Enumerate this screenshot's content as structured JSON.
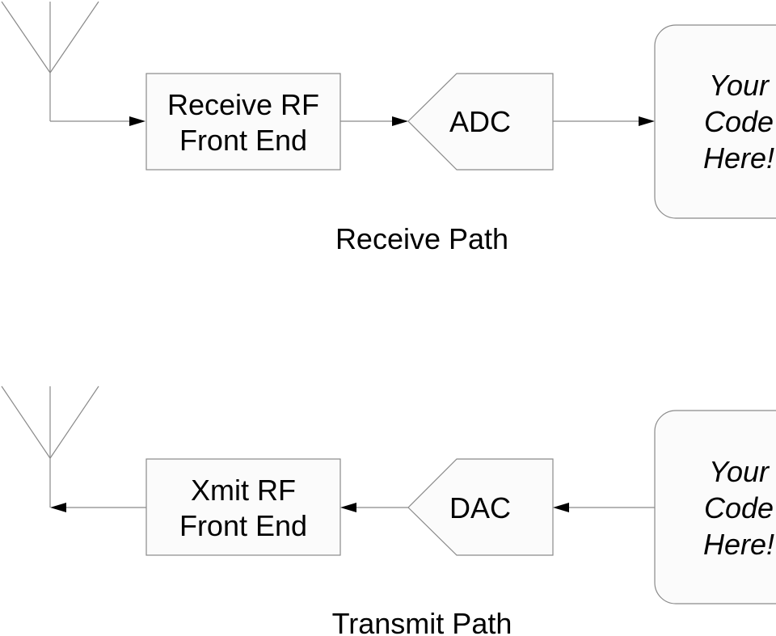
{
  "receive": {
    "rf_block": {
      "line1": "Receive RF",
      "line2": "Front End"
    },
    "converter": "ADC",
    "code_block": {
      "line1": "Your",
      "line2": "Code",
      "line3": "Here!"
    },
    "caption": "Receive Path"
  },
  "transmit": {
    "rf_block": {
      "line1": "Xmit RF",
      "line2": "Front End"
    },
    "converter": "DAC",
    "code_block": {
      "line1": "Your",
      "line2": "Code",
      "line3": "Here!"
    },
    "caption": "Transmit Path"
  }
}
